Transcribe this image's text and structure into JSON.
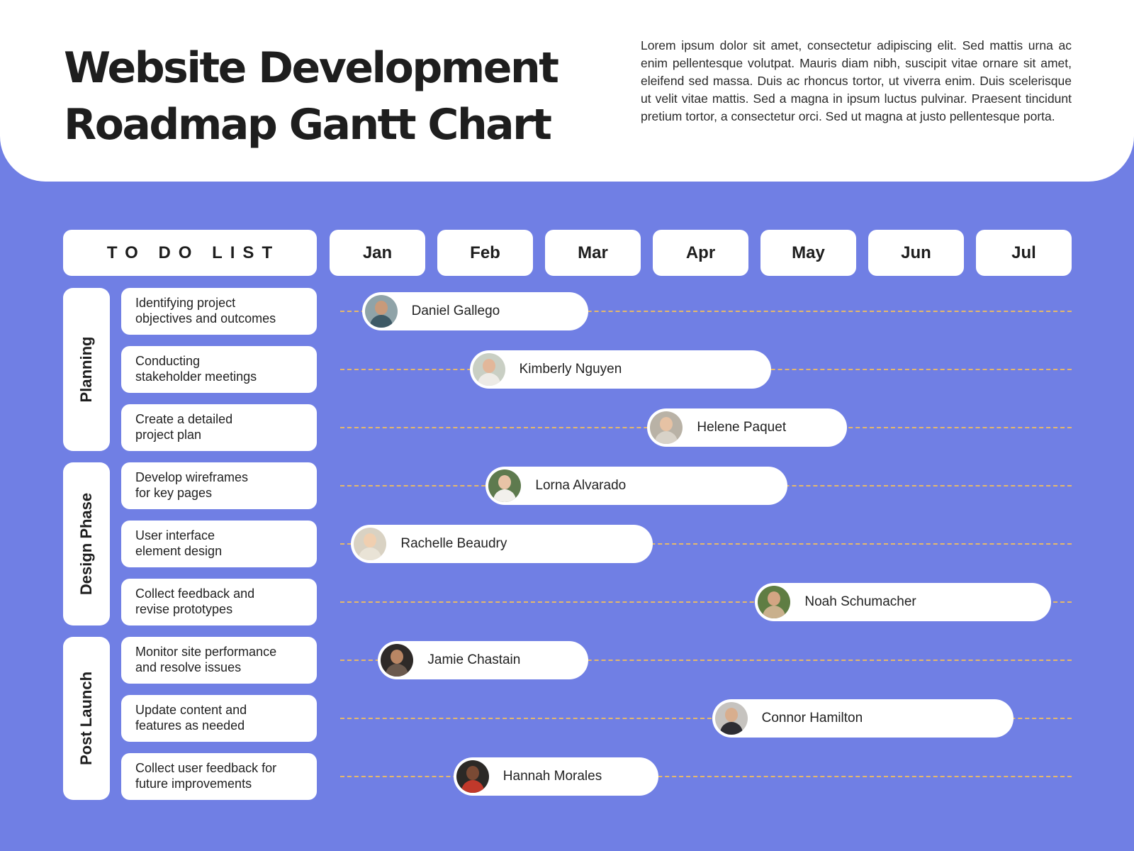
{
  "header": {
    "title_line1": "Website Development",
    "title_line2": "Roadmap Gantt Chart",
    "description": "Lorem ipsum dolor sit amet, consectetur adipiscing elit. Sed mattis urna ac enim pellentesque volutpat. Mauris diam nibh, suscipit vitae ornare sit amet, eleifend sed massa. Duis ac rhoncus tortor, ut viverra enim. Duis scelerisque ut velit vitae mattis. Sed a magna in ipsum luctus pulvinar. Praesent tincidunt pretium tortor, a consectetur orci. Sed ut magna at justo pellentesque porta."
  },
  "colors": {
    "background": "#707FE4",
    "card": "#FFFFFF",
    "dashed_line": "#E5B86B",
    "text": "#1E1E1E"
  },
  "chart_data": {
    "type": "gantt",
    "column_header": "TO DO LIST",
    "months": [
      "Jan",
      "Feb",
      "Mar",
      "Apr",
      "May",
      "Jun",
      "Jul"
    ],
    "phases": [
      {
        "name": "Planning",
        "task_count": 3
      },
      {
        "name": "Design Phase",
        "task_count": 3
      },
      {
        "name": "Post Launch",
        "task_count": 3
      }
    ],
    "tasks": [
      {
        "phase": "Planning",
        "task": "Identifying project objectives and outcomes",
        "line1": "Identifying project",
        "line2": "objectives and outcomes",
        "assignee": "Daniel Gallego",
        "start": 0.3,
        "end": 2.4
      },
      {
        "phase": "Planning",
        "task": "Conducting stakeholder meetings",
        "line1": "Conducting",
        "line2": "stakeholder meetings",
        "assignee": "Kimberly Nguyen",
        "start": 1.3,
        "end": 4.1
      },
      {
        "phase": "Planning",
        "task": "Create a detailed project plan",
        "line1": "Create a detailed",
        "line2": "project plan",
        "assignee": "Helene Paquet",
        "start": 2.95,
        "end": 4.8
      },
      {
        "phase": "Design Phase",
        "task": "Develop wireframes for key pages",
        "line1": "Develop wireframes",
        "line2": "for key pages",
        "assignee": "Lorna Alvarado",
        "start": 1.45,
        "end": 4.25
      },
      {
        "phase": "Design Phase",
        "task": "User interface element design",
        "line1": "User interface",
        "line2": "element design",
        "assignee": "Rachelle Beaudry",
        "start": 0.2,
        "end": 3.0
      },
      {
        "phase": "Design Phase",
        "task": "Collect feedback and revise prototypes",
        "line1": "Collect feedback and",
        "line2": "revise prototypes",
        "assignee": "Noah Schumacher",
        "start": 3.95,
        "end": 6.7
      },
      {
        "phase": "Post Launch",
        "task": "Monitor site performance and resolve issues",
        "line1": "Monitor site performance",
        "line2": "and resolve issues",
        "assignee": "Jamie Chastain",
        "start": 0.45,
        "end": 2.4
      },
      {
        "phase": "Post Launch",
        "task": "Update content and features as needed",
        "line1": "Update content and",
        "line2": "features as needed",
        "assignee": "Connor Hamilton",
        "start": 3.55,
        "end": 6.35
      },
      {
        "phase": "Post Launch",
        "task": "Collect user feedback for future improvements",
        "line1": "Collect user feedback for",
        "line2": "future improvements",
        "assignee": "Hannah Morales",
        "start": 1.15,
        "end": 3.05
      }
    ]
  },
  "avatars": [
    {
      "icon": "person-avatar-icon",
      "bg": "#8FA3A8",
      "skin": "#C89A7A",
      "shirt": "#3E5A66"
    },
    {
      "icon": "person-avatar-icon",
      "bg": "#C9CFC4",
      "skin": "#E2B79A",
      "shirt": "#EDEBE6"
    },
    {
      "icon": "person-avatar-icon",
      "bg": "#B9B2A6",
      "skin": "#E6C2A4",
      "shirt": "#D8D2C8"
    },
    {
      "icon": "person-avatar-icon",
      "bg": "#5E7A4E",
      "skin": "#E8C3A6",
      "shirt": "#F2F0EC"
    },
    {
      "icon": "person-avatar-icon",
      "bg": "#D9D2C3",
      "skin": "#F0CFB0",
      "shirt": "#E9E3D6"
    },
    {
      "icon": "person-avatar-icon",
      "bg": "#5F7D43",
      "skin": "#D3A583",
      "shirt": "#C9B08C"
    },
    {
      "icon": "person-avatar-icon",
      "bg": "#2E2A28",
      "skin": "#B98664",
      "shirt": "#6B5A4E"
    },
    {
      "icon": "person-avatar-icon",
      "bg": "#C6C3BF",
      "skin": "#D8AE8E",
      "shirt": "#2D2D33"
    },
    {
      "icon": "person-avatar-icon",
      "bg": "#2B2926",
      "skin": "#7A4A34",
      "shirt": "#C0392B"
    }
  ]
}
